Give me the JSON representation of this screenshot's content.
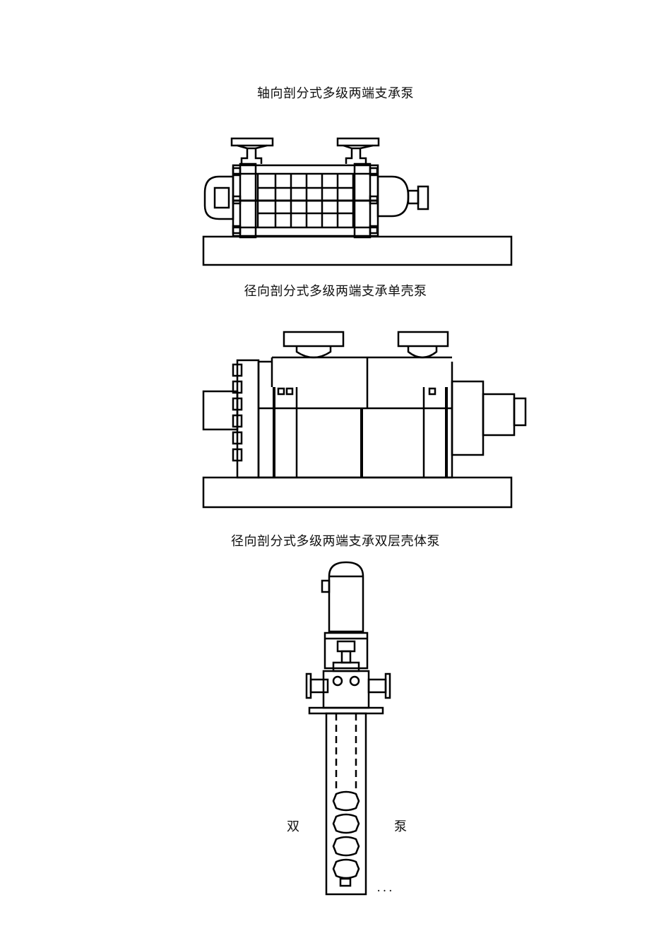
{
  "captions": [
    "轴向剖分式多级两端支承泵",
    "径向剖分式多级两端支承单壳泵",
    "径向剖分式多级两端支承双层壳体泵"
  ],
  "side_labels": {
    "left": "双",
    "right": "泵"
  },
  "footer_mark": "· · ·"
}
